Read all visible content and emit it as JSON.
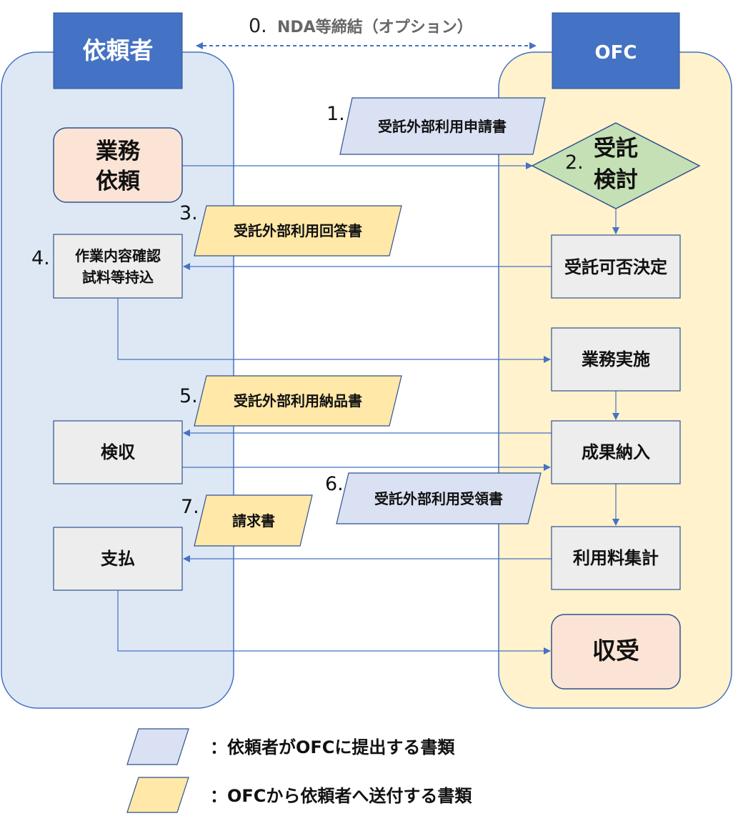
{
  "option": {
    "number": "0.",
    "label": "NDA等締結（オプション）"
  },
  "lanes": {
    "requester": "依頼者",
    "ofc": "OFC"
  },
  "requester_nodes": {
    "request_line1": "業務",
    "request_line2": "依頼",
    "confirm_line1": "作業内容確認",
    "confirm_line2": "試料等持込",
    "inspection": "検収",
    "payment": "支払"
  },
  "ofc_nodes": {
    "review_line1": "受託",
    "review_line2": "検討",
    "decision": "受託可否決定",
    "execution": "業務実施",
    "delivery": "成果納入",
    "aggregation": "利用料集計",
    "receipt": "収受"
  },
  "documents": [
    {
      "number": "1.",
      "label": "受託外部利用申請書",
      "kind": "submit"
    },
    {
      "number": "3.",
      "label": "受託外部利用回答書",
      "kind": "send"
    },
    {
      "number": "5.",
      "label": "受託外部利用納品書",
      "kind": "send"
    },
    {
      "number": "6.",
      "label": "受託外部利用受領書",
      "kind": "submit"
    },
    {
      "number": "7.",
      "label": "請求書",
      "kind": "send"
    }
  ],
  "review_number": "2.",
  "step4_number": "4.",
  "legend": [
    {
      "label": "：依頼者がOFCに提出する書類",
      "kind": "submit"
    },
    {
      "label": "：OFCから依頼者へ送付する書類",
      "kind": "send"
    }
  ],
  "colors": {
    "requester_lane": "#dee8f5",
    "ofc_lane": "#fff2cc",
    "header": "#4472c4",
    "submit_doc": "#d9e1f2",
    "send_doc": "#ffe8a8",
    "highlight_node": "#fbe4d5",
    "review_diamond": "#c5e0b4",
    "process_node": "#ededed",
    "arrow": "#4472c4"
  }
}
